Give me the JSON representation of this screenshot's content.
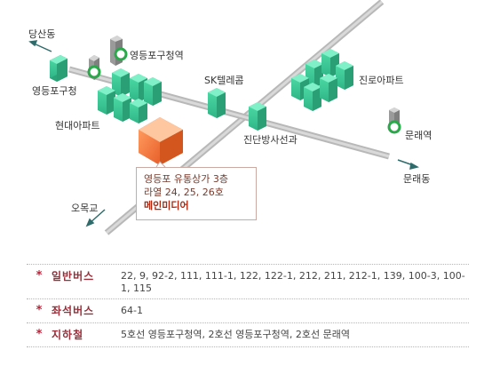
{
  "map": {
    "labels": {
      "dangsan": "당산동",
      "ydp_station": "영등포구청역",
      "ydp_office": "영등포구청",
      "hyundai_apt": "현대아파트",
      "sk_telecom": "SK텔레콤",
      "jinro_apt": "진로아파트",
      "jindan": "진단방사선과",
      "mullae_station": "문래역",
      "mullae_dong": "문래동",
      "omokgyo": "오목교"
    },
    "callout": {
      "line1": "영등포 유통상가 3층",
      "line2": "라열 24, 25, 26호",
      "line3": "메인미디어"
    },
    "colors": {
      "building": "#3fcf9b",
      "target": "#f07846",
      "road": "#a8a8a8",
      "station_ring": "#2aa84a"
    }
  },
  "info": {
    "rows": [
      {
        "marker": "*",
        "label": "일반버스",
        "value": "22, 9, 92-2, 111, 111-1, 122, 122-1, 212, 211, 212-1, 139, 100-3, 100-1, 115"
      },
      {
        "marker": "*",
        "label": "좌석버스",
        "value": "64-1"
      },
      {
        "marker": "*",
        "label": "지하철",
        "value": "5호선 영등포구청역, 2호선 영등포구청역, 2호선 문래역"
      }
    ]
  }
}
